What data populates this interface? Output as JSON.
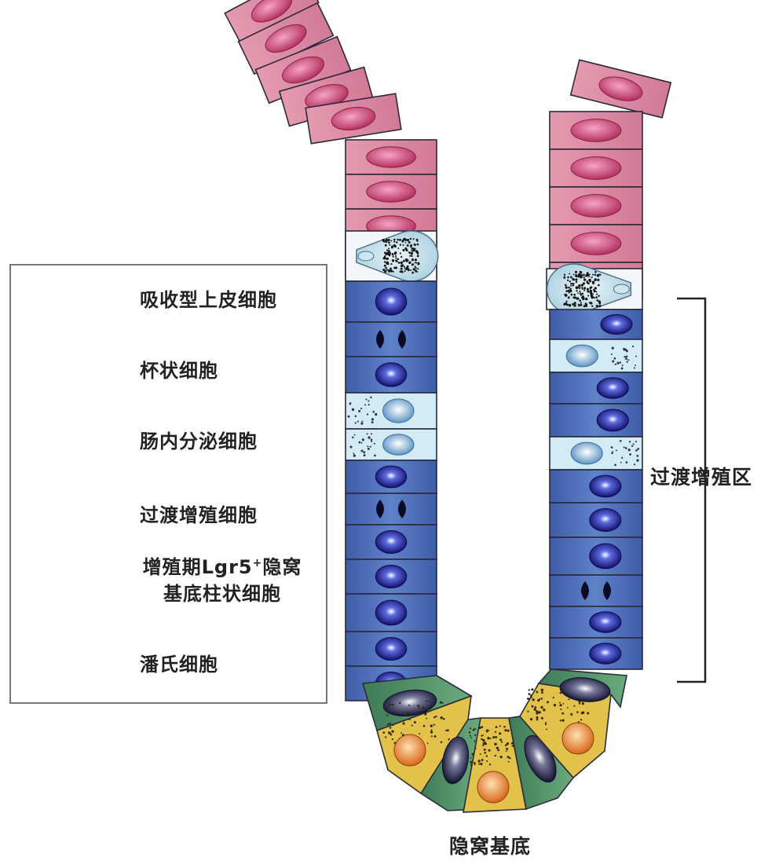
{
  "legend": {
    "items": [
      {
        "label": "吸收型上皮细胞",
        "icon": "absorptive-cell-icon",
        "color": "#d9869b"
      },
      {
        "label": "杯状细胞",
        "icon": "goblet-cell-icon",
        "color": "#b9dbe8"
      },
      {
        "label": "肠内分泌细胞",
        "icon": "enteroendocrine-cell-icon",
        "color": "#bfe0ef"
      },
      {
        "label": "过渡增殖细胞",
        "icon": "transit-amplifying-cell-icon",
        "color": "#4468b5"
      },
      {
        "label_line1": "增殖期Lgr5",
        "label_sup": "+",
        "label_line1_tail": "隐窝",
        "label_line2": "基底柱状细胞",
        "icon": "lgr5-stem-cell-icon",
        "color": "#5f9a6e"
      },
      {
        "label": "潘氏细胞",
        "icon": "paneth-cell-icon",
        "color": "#e6c84e"
      }
    ]
  },
  "annotations": {
    "zone": "过渡增殖区",
    "crypt_base": "隐窝基底"
  }
}
